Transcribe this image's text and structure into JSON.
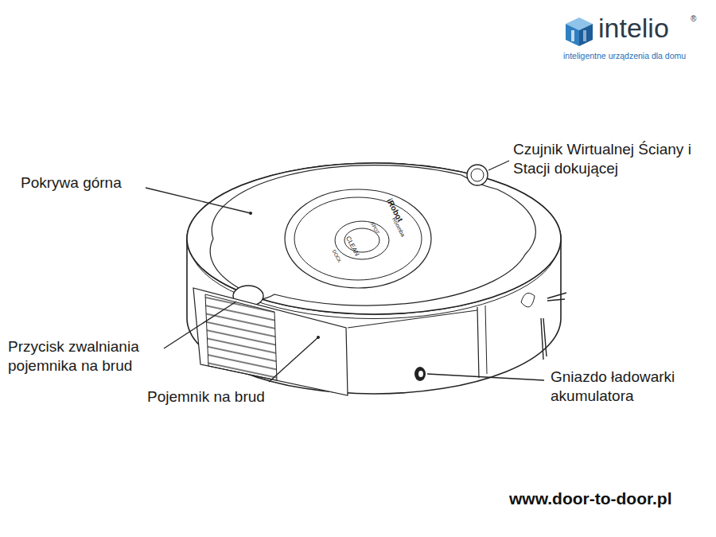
{
  "diagram": {
    "labels": [
      "intelio",
      "®",
      "inteligentne urządzenia dla domu",
      "Czujnik Wirtualnej Ściany i Stacji dokującej",
      "Pokrywa górna",
      "iRobot",
      "Roomba",
      "SPOT",
      "CLEAN",
      "DOCK",
      "Przycisk zwalniania pojemnika na brud",
      "Pojemnik na brud",
      "Gniazdo ładowarki akumulatora",
      "www.door-to-door.pl"
    ]
  }
}
